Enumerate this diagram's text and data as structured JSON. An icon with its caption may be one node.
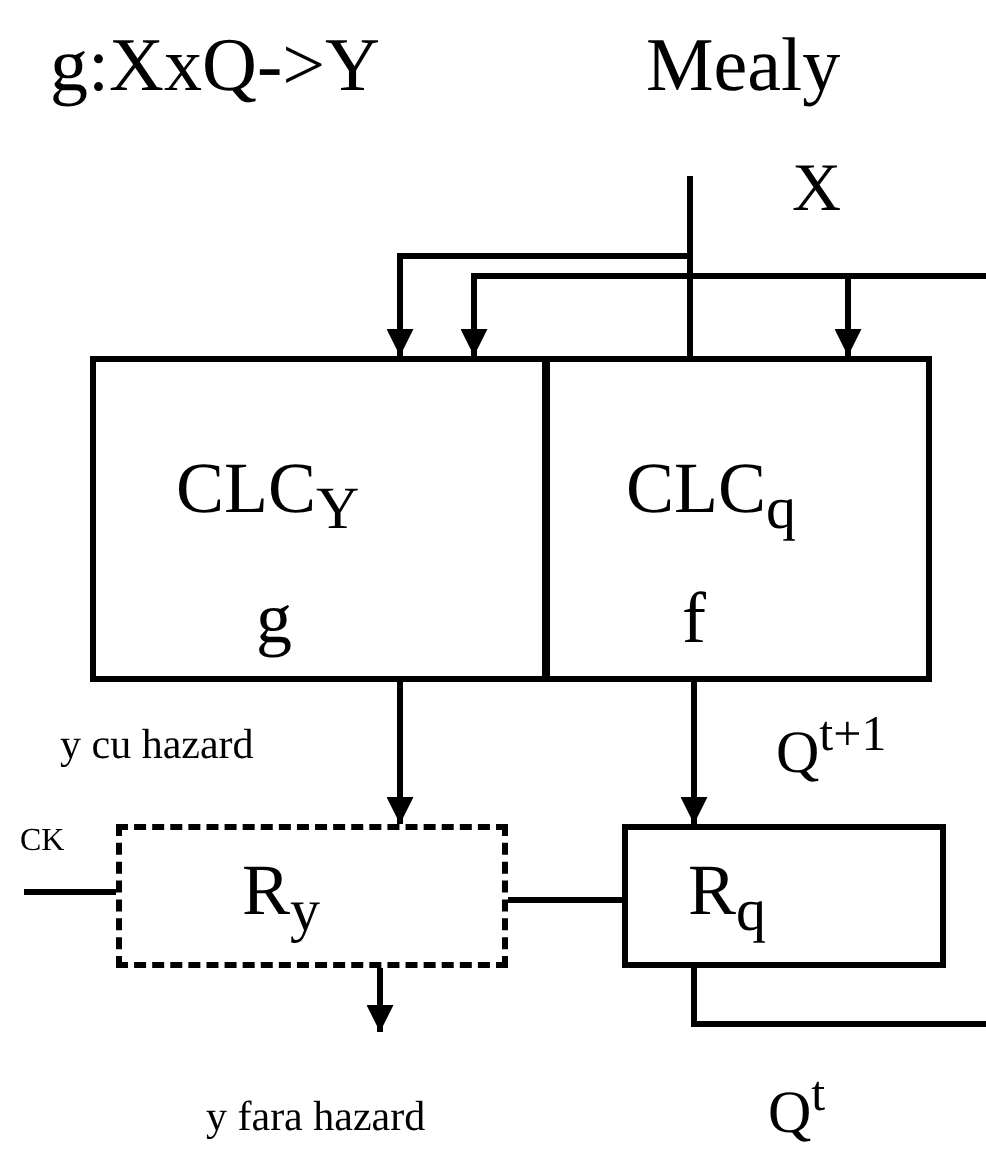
{
  "diagram": {
    "nodes": [
      {
        "text": [
          "CLC$_{Y}$",
          "g"
        ]
      },
      {
        "text": [
          "CLC$_{q}$",
          "f"
        ]
      },
      {
        "text": [
          "R$_{y}$"
        ]
      },
      {
        "text": [
          "R$_{q}$"
        ]
      }
    ],
    "edges": [
      {
        "from": null,
        "to": 0,
        "arrow": "to"
      },
      {
        "from": null,
        "to": 1,
        "arrow": "none",
        "label": "X"
      },
      {
        "from": null,
        "to": 0,
        "arrow": "to"
      },
      {
        "from": null,
        "to": 1,
        "arrow": "to"
      },
      {
        "from": 0,
        "to": 2,
        "arrow": "to",
        "label": "y cu hazard"
      },
      {
        "from": 1,
        "to": 3,
        "arrow": "to",
        "label": "Q$^{t+1}$"
      },
      {
        "from": 2,
        "to": null,
        "arrow": "to",
        "label": "y fara hazard"
      },
      {
        "from": null,
        "to": 2,
        "arrow": "none",
        "label": "CK"
      },
      {
        "from": 2,
        "to": 3,
        "arrow": "none"
      },
      {
        "from": 3,
        "to": null,
        "arrow": "none",
        "label": "Q$^{t}$"
      }
    ],
    "labels": [
      "g:XxQ->Y",
      "Mealy"
    ]
  }
}
